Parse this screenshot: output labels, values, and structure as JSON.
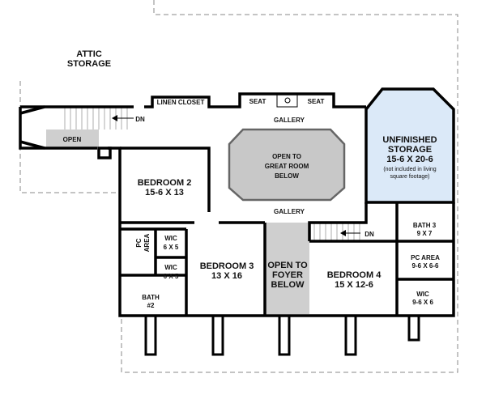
{
  "plan": {
    "colors": {
      "storage_fill": "#dbe9f8",
      "open_fill": "#cfcfcf",
      "octagon_fill": "#c8c8c8"
    },
    "rooms": {
      "attic_line1": "ATTIC",
      "attic_line2": "STORAGE",
      "linen_closet": "LINEN CLOSET",
      "dn_left": "DN",
      "open": "OPEN",
      "seat_left": "SEAT",
      "seat_right": "SEAT",
      "gallery_top": "GALLERY",
      "great_room_line1": "OPEN TO",
      "great_room_line2": "GREAT ROOM",
      "great_room_line3": "BELOW",
      "gallery_bottom": "GALLERY",
      "storage_line1": "UNFINISHED",
      "storage_line2": "STORAGE",
      "storage_size": "15-6 X 20-6",
      "storage_note1": "(not included in living",
      "storage_note2": "square footage)",
      "bedroom2": "BEDROOM 2",
      "bedroom2_size": "15-6 X 13",
      "pc_area_left1": "PC",
      "pc_area_left2": "AREA",
      "wic1": "WIC",
      "wic1_size": "6 X 5",
      "wic2": "WIC",
      "wic2_size": "6 X 5",
      "bath2_line1": "BATH",
      "bath2_line2": "#2",
      "bedroom3": "BEDROOM 3",
      "bedroom3_size": "13 X 16",
      "foyer_line1": "OPEN TO",
      "foyer_line2": "FOYER",
      "foyer_line3": "BELOW",
      "bedroom4": "BEDROOM 4",
      "bedroom4_size": "15 X 12-6",
      "dn_right": "DN",
      "bath3": "BATH 3",
      "bath3_size": "9 X 7",
      "pc_area_right": "PC AREA",
      "pc_area_right_size": "9-6 X 6-6",
      "wic3": "WIC",
      "wic3_size": "9-6 X 6"
    }
  }
}
